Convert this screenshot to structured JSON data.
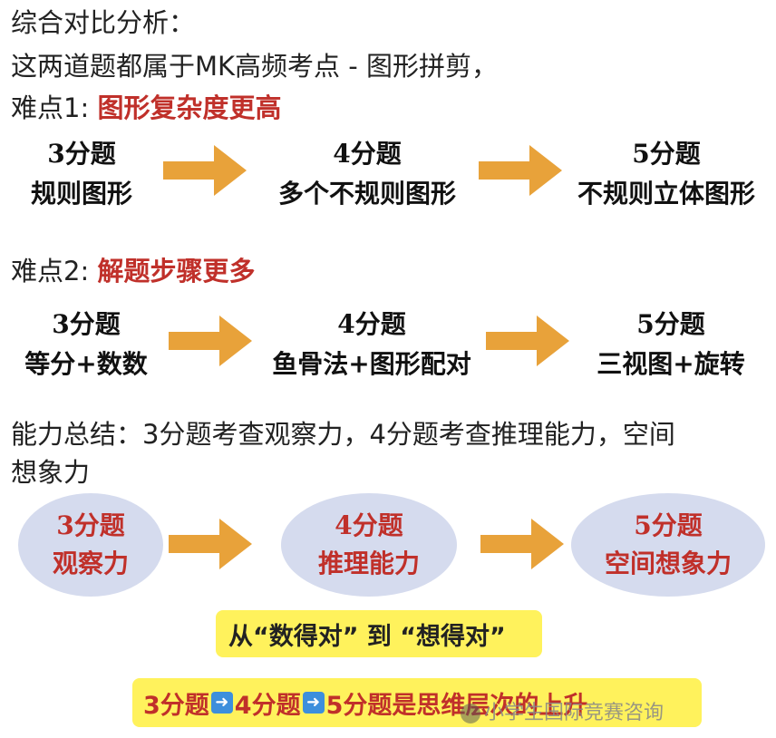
{
  "header": {
    "title": "综合对比分析：",
    "intro": "这两道题都属于MK高频考点 - 图形拼剪，"
  },
  "difficulty1": {
    "label": "难点1: ",
    "highlight": "图形复杂度更高",
    "steps": [
      {
        "score": "3分题",
        "desc": "规则图形"
      },
      {
        "score": "4分题",
        "desc": "多个不规则图形"
      },
      {
        "score": "5分题",
        "desc": "不规则立体图形"
      }
    ]
  },
  "difficulty2": {
    "label": "难点2: ",
    "highlight": "解题步骤更多",
    "steps": [
      {
        "score": "3分题",
        "desc": "等分+数数"
      },
      {
        "score": "4分题",
        "desc": "鱼骨法+图形配对"
      },
      {
        "score": "5分题",
        "desc": "三视图+旋转"
      }
    ]
  },
  "summary": {
    "line1": "能力总结：3分题考查观察力，4分题考查推理能力，空间",
    "line2": "想象力",
    "ellipses": [
      {
        "score": "3分题",
        "ability": "观察力"
      },
      {
        "score": "4分题",
        "ability": "推理能力"
      },
      {
        "score": "5分题",
        "ability": "空间想象力"
      }
    ]
  },
  "highlight1": "从“数得对” 到 “想得对”",
  "highlight2": {
    "part1": "3分题",
    "part2": "4分题",
    "part3": "5分题是思维层次的上升",
    "arrow_icon": "right-arrow-icon"
  },
  "watermark": "小学生国际竞赛咨询",
  "colors": {
    "accent_red": "#c0302a",
    "arrow_orange": "#e8a23a",
    "ellipse_blue": "#d5dbee",
    "highlight_yellow": "#fff25c"
  }
}
